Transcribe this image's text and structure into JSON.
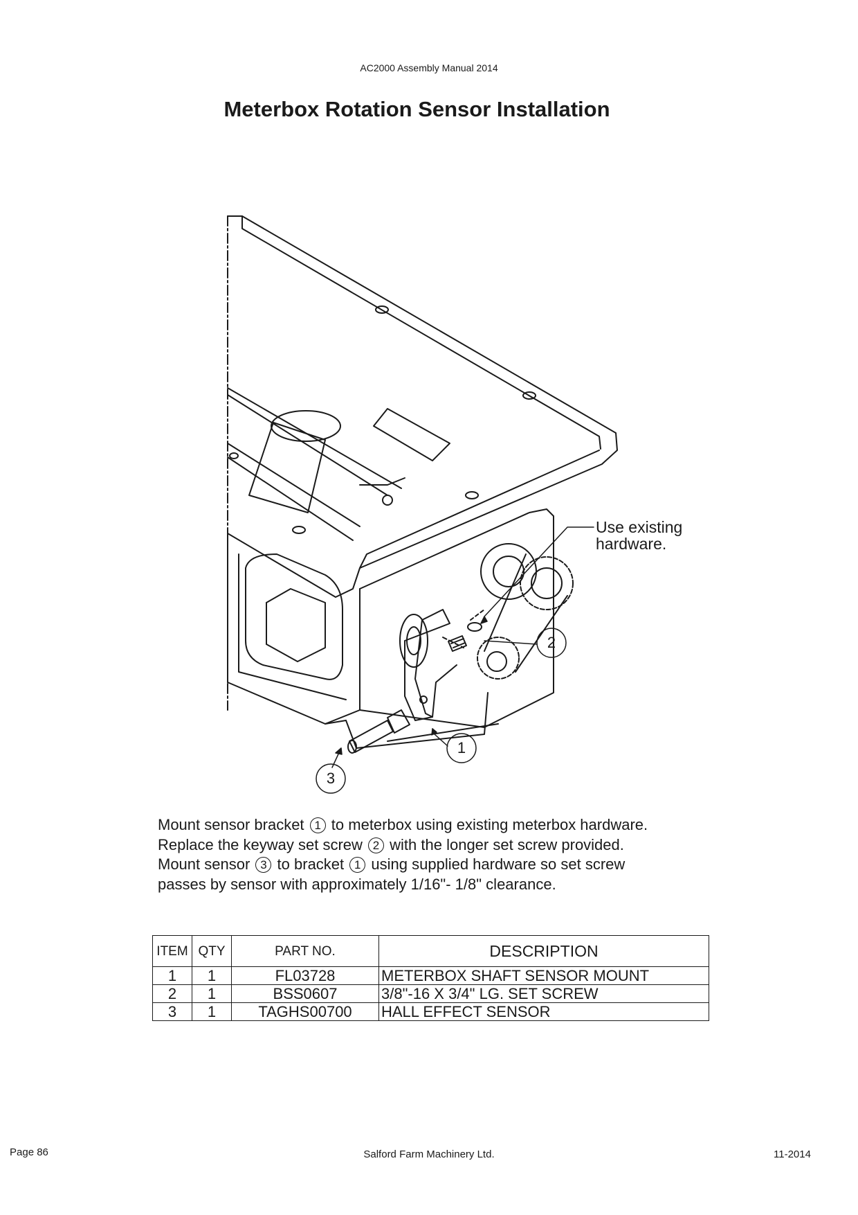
{
  "header": {
    "manual": "AC2000 Assembly Manual 2014"
  },
  "title": "Meterbox Rotation Sensor Installation",
  "callouts": {
    "hardware_line1": "Use existing",
    "hardware_line2": "hardware.",
    "c1": "1",
    "c2": "2",
    "c3": "3"
  },
  "instructions": {
    "l1_a": "Mount sensor bracket",
    "l1_n": "1",
    "l1_b": "to meterbox using existing meterbox hardware.",
    "l2_a": "Replace the keyway set screw",
    "l2_n": "2",
    "l2_b": "with the longer set screw provided.",
    "l3_a": "Mount sensor",
    "l3_n1": "3",
    "l3_m": "to bracket",
    "l3_n2": "1",
    "l3_b": "using supplied hardware so set screw",
    "l4": "passes by sensor with approximately 1/16\"- 1/8\" clearance."
  },
  "parts_table": {
    "headers": {
      "item": "ITEM",
      "qty": "QTY",
      "part": "PART NO.",
      "desc": "DESCRIPTION"
    },
    "rows": [
      {
        "item": "1",
        "qty": "1",
        "part": "FL03728",
        "desc": "METERBOX SHAFT SENSOR MOUNT"
      },
      {
        "item": "2",
        "qty": "1",
        "part": "BSS0607",
        "desc": "3/8\"-16 X 3/4\" LG. SET SCREW"
      },
      {
        "item": "3",
        "qty": "1",
        "part": "TAGHS00700",
        "desc": "HALL EFFECT SENSOR"
      }
    ]
  },
  "footer": {
    "page": "Page 86",
    "company": "Salford Farm Machinery Ltd.",
    "date": "11-2014"
  }
}
